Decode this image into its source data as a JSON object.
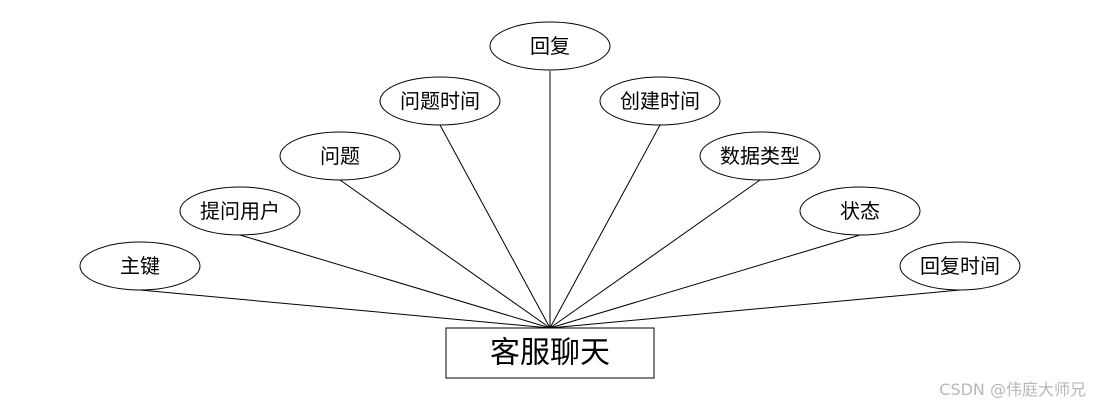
{
  "entity": {
    "name": "客服聊天"
  },
  "attributes": [
    {
      "key": "pk",
      "label": "主键"
    },
    {
      "key": "asker",
      "label": "提问用户"
    },
    {
      "key": "question",
      "label": "问题"
    },
    {
      "key": "question_time",
      "label": "问题时间"
    },
    {
      "key": "reply",
      "label": "回复"
    },
    {
      "key": "create_time",
      "label": "创建时间"
    },
    {
      "key": "data_type",
      "label": "数据类型"
    },
    {
      "key": "status",
      "label": "状态"
    },
    {
      "key": "reply_time",
      "label": "回复时间"
    }
  ],
  "watermark": "CSDN @伟庭大师兄"
}
